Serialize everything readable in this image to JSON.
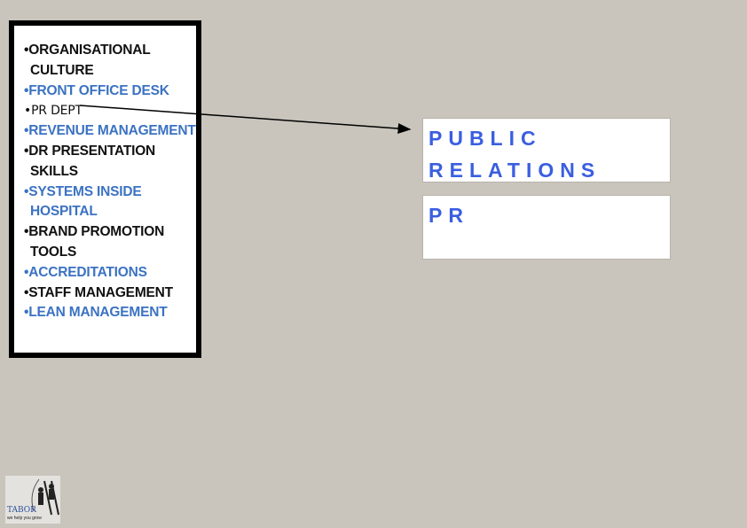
{
  "list_items": [
    {
      "text": "ORGANISATIONAL CULTURE",
      "color": "#111111"
    },
    {
      "text": "FRONT OFFICE DESK",
      "color": "#3b72c2"
    },
    {
      "text": "PR DEPT",
      "color": "#111111"
    },
    {
      "text": "REVENUE MANAGEMENT",
      "color": "#3b72c2"
    },
    {
      "text": "DR PRESENTATION SKILLS",
      "color": "#111111"
    },
    {
      "text": "SYSTEMS INSIDE HOSPITAL",
      "color": "#3b72c2"
    },
    {
      "text": "BRAND PROMOTION TOOLS",
      "color": "#111111"
    },
    {
      "text": "ACCREDITATIONS",
      "color": "#3b72c2"
    },
    {
      "text": "STAFF MANAGEMENT",
      "color": "#111111"
    },
    {
      "text": "LEAN MANAGEMENT",
      "color": "#3b72c2"
    }
  ],
  "boxes": {
    "full": "PUBLIC RELATIONS",
    "abbr": "PR"
  },
  "logo": {
    "name": "TABOR",
    "tagline": "we help you grow"
  }
}
